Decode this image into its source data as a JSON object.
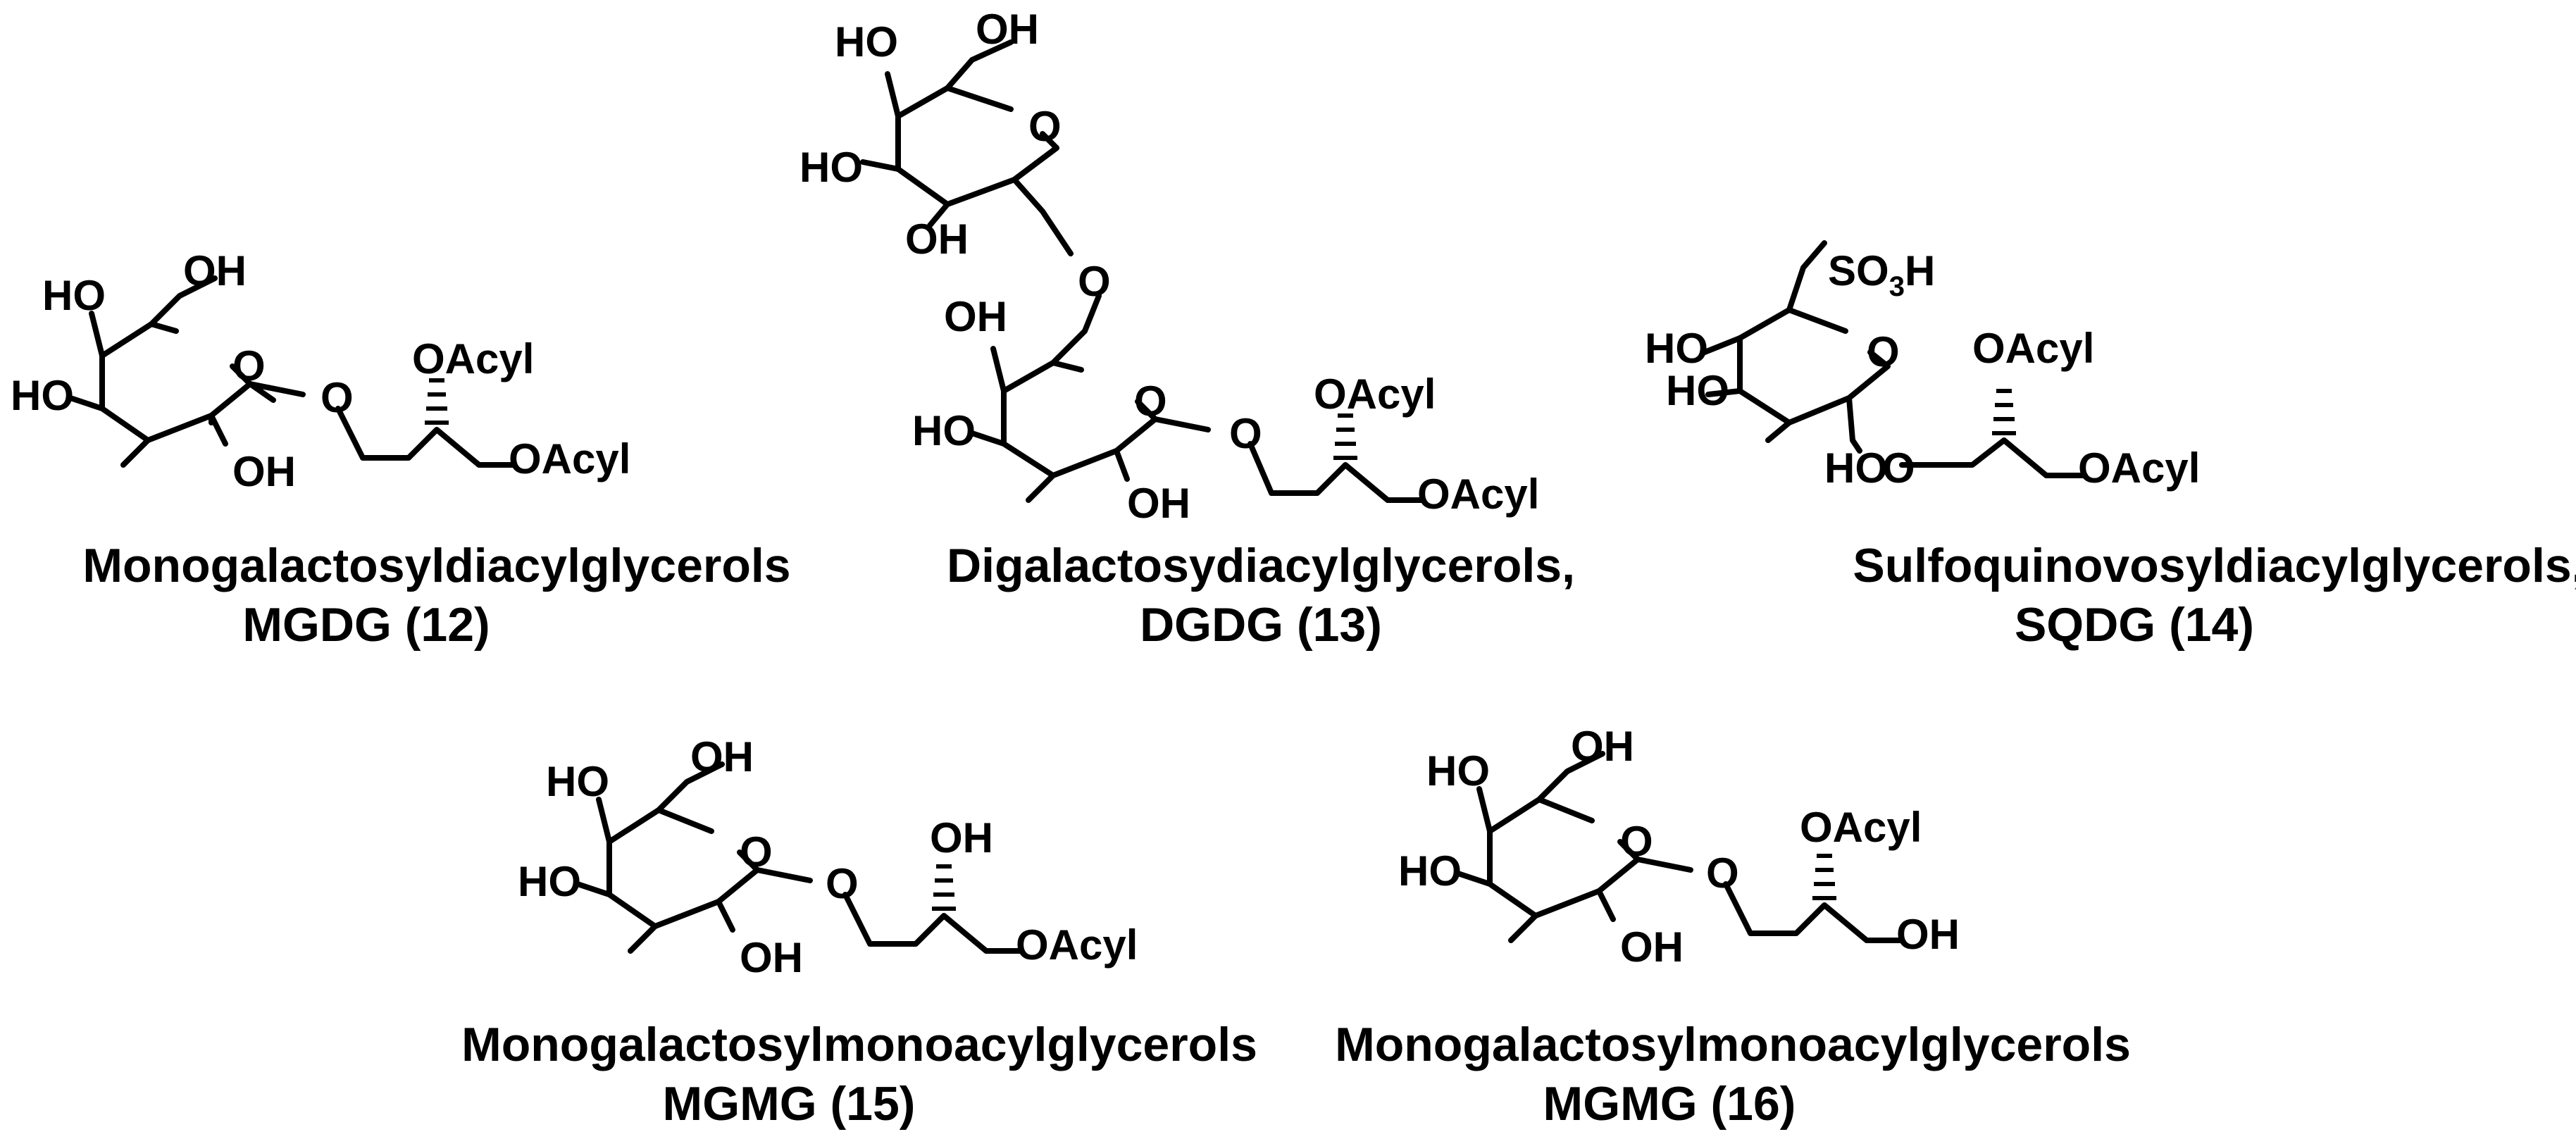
{
  "labels": {
    "HO": "HO",
    "OH": "OH",
    "O": "O",
    "OAcyl": "OAcyl",
    "SO3": "SO",
    "sub3": "3",
    "H": "H"
  },
  "structures": [
    {
      "id": "mgdg",
      "name": "Monogalactosyldiacylglycerols",
      "code": "MGDG (12)"
    },
    {
      "id": "dgdg",
      "name": "Digalactosydiacylglycerols,",
      "code": "DGDG (13)"
    },
    {
      "id": "sqdg",
      "name": "Sulfoquinovosyldiacylglycerols,",
      "code": "SQDG (14)"
    },
    {
      "id": "mgmg15",
      "name": "Monogalactosylmonoacylglycerols",
      "code": "MGMG (15)"
    },
    {
      "id": "mgmg16",
      "name": "Monogalactosylmonoacylglycerols",
      "code": "MGMG (16)"
    }
  ]
}
